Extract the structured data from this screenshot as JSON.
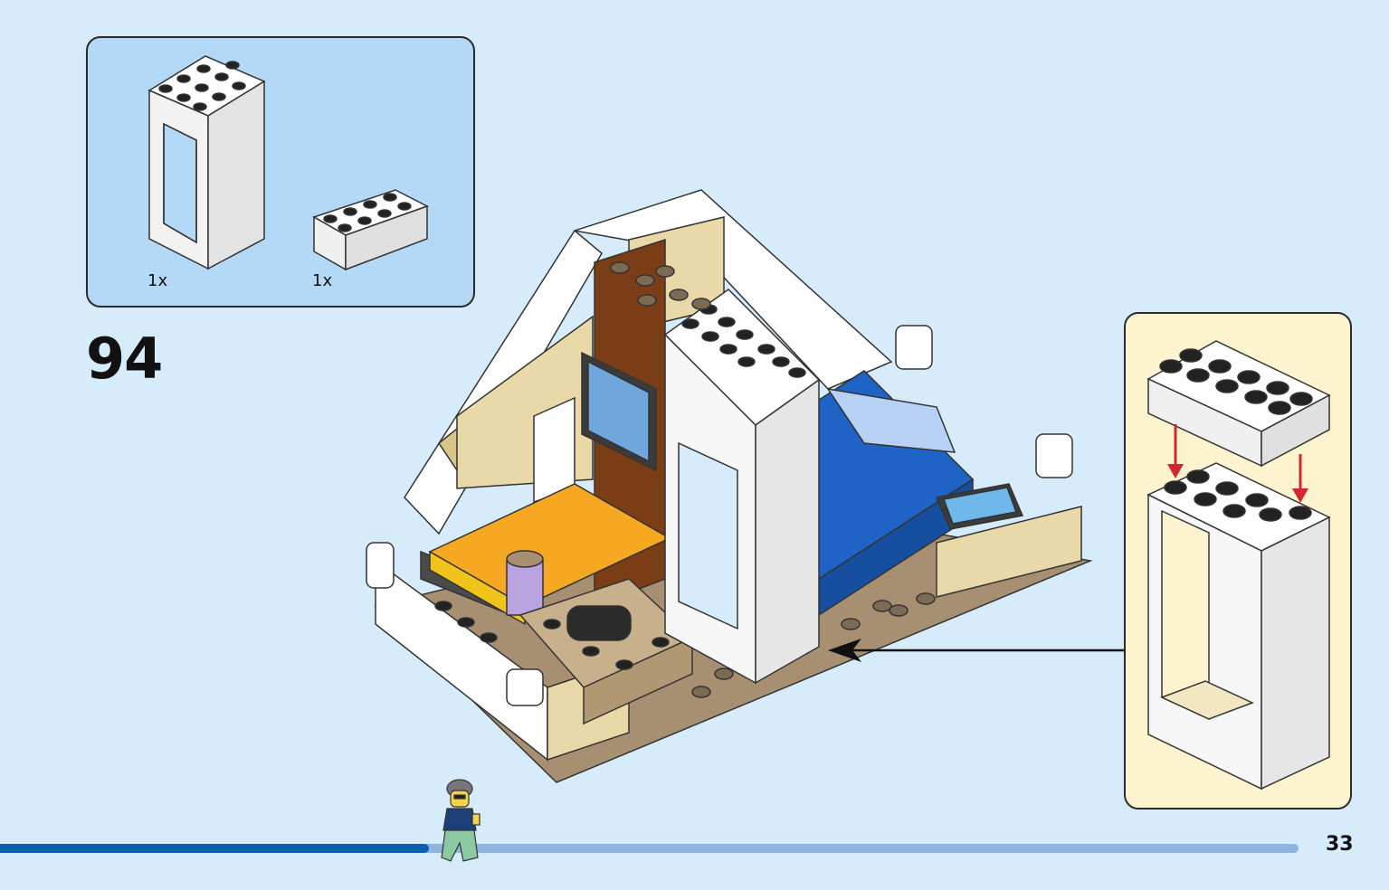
{
  "step": {
    "number": "94"
  },
  "parts": [
    {
      "name": "door-frame-1x4x6",
      "quantity": "1x",
      "color": "#ffffff"
    },
    {
      "name": "brick-2x4",
      "quantity": "1x",
      "color": "#ffffff"
    }
  ],
  "page": {
    "number": "33"
  },
  "progress": {
    "fraction": 0.33
  },
  "colors": {
    "background": "#d6ecfb",
    "parts_panel": "#b3d9f6",
    "callout_panel": "#fdf3cf",
    "progress_fill": "#0b5fb0",
    "progress_track": "#8eb4e2",
    "arrow_red": "#d22630"
  }
}
